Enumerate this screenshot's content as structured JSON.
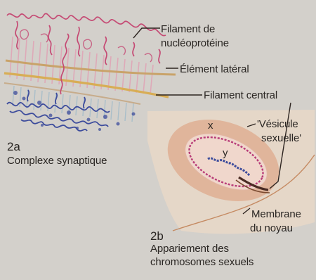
{
  "figure_2a": {
    "number": "2a",
    "caption": "Complexe synaptique",
    "labels": {
      "filament_line1": "Filament de",
      "filament_line2": "nucléoprotéine",
      "lateral": "Élément latéral",
      "central": "Filament central"
    }
  },
  "figure_2b": {
    "number": "2b",
    "caption_line1": "Appariement des",
    "caption_line2": "chromosomes sexuels",
    "labels": {
      "x": "x",
      "y": "y",
      "vesicule_line1": "'Vésicule",
      "vesicule_line2": "sexuelle'",
      "membrane_line1": "Membrane",
      "membrane_line2": "du noyau"
    }
  },
  "colors": {
    "background": "#d3d0cb",
    "inset_panel": "#e7d7c8",
    "nucleoplasm": "#dfaf93",
    "red_chromatin": "#c54a74",
    "pink_hatching": "#e1a3b5",
    "blue_chromatin": "#3d4c9c",
    "lateral_element": "#c9a36a",
    "central_filament": "#d8ad55",
    "leader_line": "#2d2420"
  }
}
